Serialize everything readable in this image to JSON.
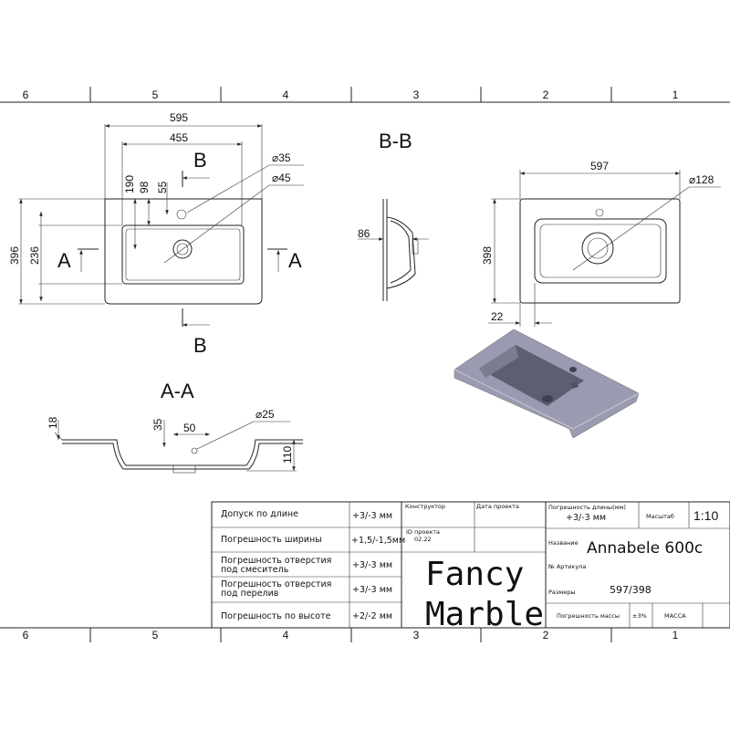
{
  "ruler": {
    "columns": [
      "6",
      "5",
      "4",
      "3",
      "2",
      "1"
    ]
  },
  "top_view": {
    "width_outer": "595",
    "width_inner": "455",
    "dim_190": "190",
    "dim_98": "98",
    "dim_55": "55",
    "height_outer": "396",
    "height_inner": "236",
    "hole_tap": "⌀35",
    "hole_drain": "⌀45",
    "section_b": "B",
    "section_a": "A"
  },
  "section_bb": {
    "title": "B-B",
    "depth": "86"
  },
  "side_view": {
    "width": "597",
    "height": "398",
    "hole": "⌀128",
    "offset": "22"
  },
  "section_aa": {
    "title": "A-A",
    "dim_18": "18",
    "dim_35": "35",
    "dim_50": "50",
    "hole": "⌀25",
    "height": "110"
  },
  "colors": {
    "render_body": "#9a9bb0",
    "render_basin": "#5d5e72"
  },
  "title_block": {
    "rows": [
      {
        "label": "Допуск по длине",
        "value": "+3/-3 мм"
      },
      {
        "label": "Погрешность ширины",
        "value": "+1,5/-1,5мм"
      },
      {
        "label": "Погрешность отверстия",
        "label2": "под смеситель",
        "value": "+3/-3 мм"
      },
      {
        "label": "Погрешность отверстия",
        "label2": "под перелив",
        "value": "+3/-3 мм"
      },
      {
        "label": "Погрешность по высоте",
        "value": "+2/-2 мм"
      }
    ],
    "designer_label": "Конструктор",
    "date_label": "Дата проекта",
    "project_id_label": "ID проекта",
    "project_id": "02.22",
    "brand_line1": "Fancy",
    "brand_line2": "Marble",
    "length_tol_label": "Погрешность длины(мм)",
    "length_tol": "+3/-3 мм",
    "scale_label": "Масштаб",
    "scale": "1:10",
    "name_label": "Название",
    "name": "Annabele 600c",
    "article_label": "№ Артикула",
    "size_label": "Размеры",
    "size": "597/398",
    "mass_tol_label": "Погрешность массы",
    "mass_tol": "±3%",
    "mass_label": "МАССА"
  }
}
